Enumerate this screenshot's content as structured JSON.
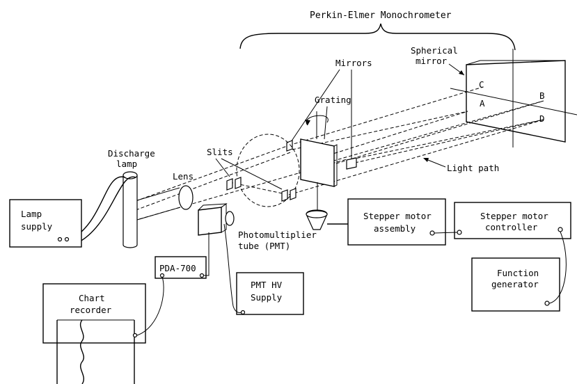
{
  "diagram": {
    "title": "Perkin-Elmer Monochrometer",
    "labels": {
      "spherical_mirror": [
        "Spherical",
        "mirror"
      ],
      "mirrors": "Mirrors",
      "grating": "Grating",
      "point_c": "C",
      "point_a": "A",
      "point_b": "B",
      "point_d": "D",
      "light_path": "Light path",
      "slits": "Slits",
      "discharge_lamp": [
        "Discharge",
        "lamp"
      ],
      "lens": "Lens",
      "lamp_supply": [
        "Lamp",
        "supply"
      ],
      "pmt": [
        "Photomultiplier",
        "tube (PMT)"
      ],
      "stepper_motor_assembly": [
        "Stepper motor",
        "assembly"
      ],
      "stepper_motor_controller": [
        "Stepper motor",
        "controller"
      ],
      "pda": "PDA-700",
      "pmt_hv_supply": [
        "PMT HV",
        "Supply"
      ],
      "function_generator": [
        "Function",
        "generator"
      ],
      "chart_recorder": [
        "Chart",
        "recorder"
      ]
    }
  }
}
